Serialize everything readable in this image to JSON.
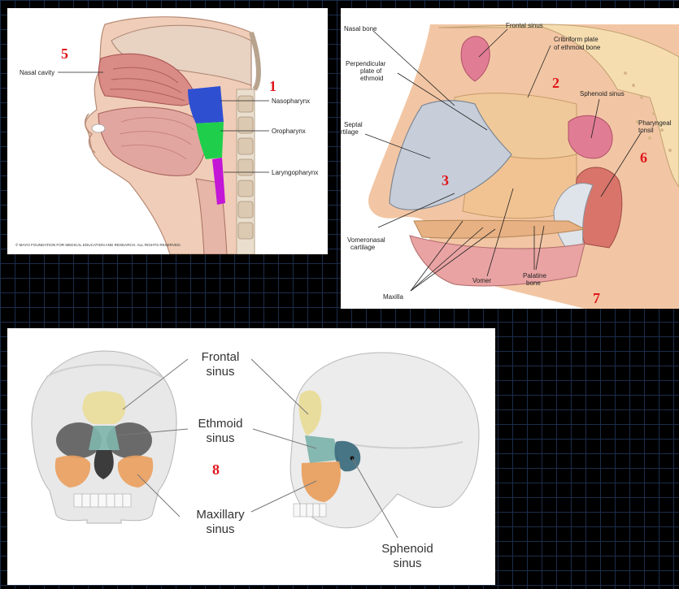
{
  "panel1": {
    "number_top_left": "5",
    "number_right": "1",
    "labels": {
      "nasal_cavity": "Nasal cavity",
      "nasopharynx": "Nasopharynx",
      "oropharynx": "Oropharynx",
      "laryngopharynx": "Laryngopharynx"
    },
    "copyright": "© MAYO FOUNDATION FOR MEDICAL EDUCATION AND RESEARCH. ALL RIGHTS RESERVED.",
    "colors": {
      "nasopharynx": "#2f4fd1",
      "oropharynx": "#1fcf4b",
      "laryngopharynx": "#c316d6"
    }
  },
  "panel2": {
    "numbers": {
      "n2": "2",
      "n3": "3",
      "n6": "6",
      "n7": "7"
    },
    "labels": {
      "nasal_bone": "Nasal bone",
      "frontal_sinus": "Frontal sinus",
      "cribriform_1": "Cribriform plate",
      "cribriform_2": "of ethmoid bone",
      "perp_1": "Perpendicular",
      "perp_2": "plate of",
      "perp_3": "ethmoid",
      "sphenoid_sinus": "Sphenoid sinus",
      "pharyngeal_1": "Pharyngeal",
      "pharyngeal_2": "tonsil",
      "septal_1": "Septal",
      "septal_2": "rtilage",
      "vomeronasal_1": "Vomeronasal",
      "vomeronasal_2": "cartilage",
      "maxilla": "Maxilla",
      "vomer": "Vomer",
      "palatine_1": "Palatine",
      "palatine_2": "bone"
    }
  },
  "panel3": {
    "number": "8",
    "labels": {
      "frontal_1": "Frontal",
      "frontal_2": "sinus",
      "ethmoid_1": "Ethmoid",
      "ethmoid_2": "sinus",
      "maxillary_1": "Maxillary",
      "maxillary_2": "sinus",
      "sphenoid_1": "Sphenoid",
      "sphenoid_2": "sinus"
    },
    "colors": {
      "frontal": "#e9dc9a",
      "ethmoid": "#7fb5ad",
      "maxillary": "#e9a060",
      "sphenoid": "#3f6f80"
    }
  }
}
